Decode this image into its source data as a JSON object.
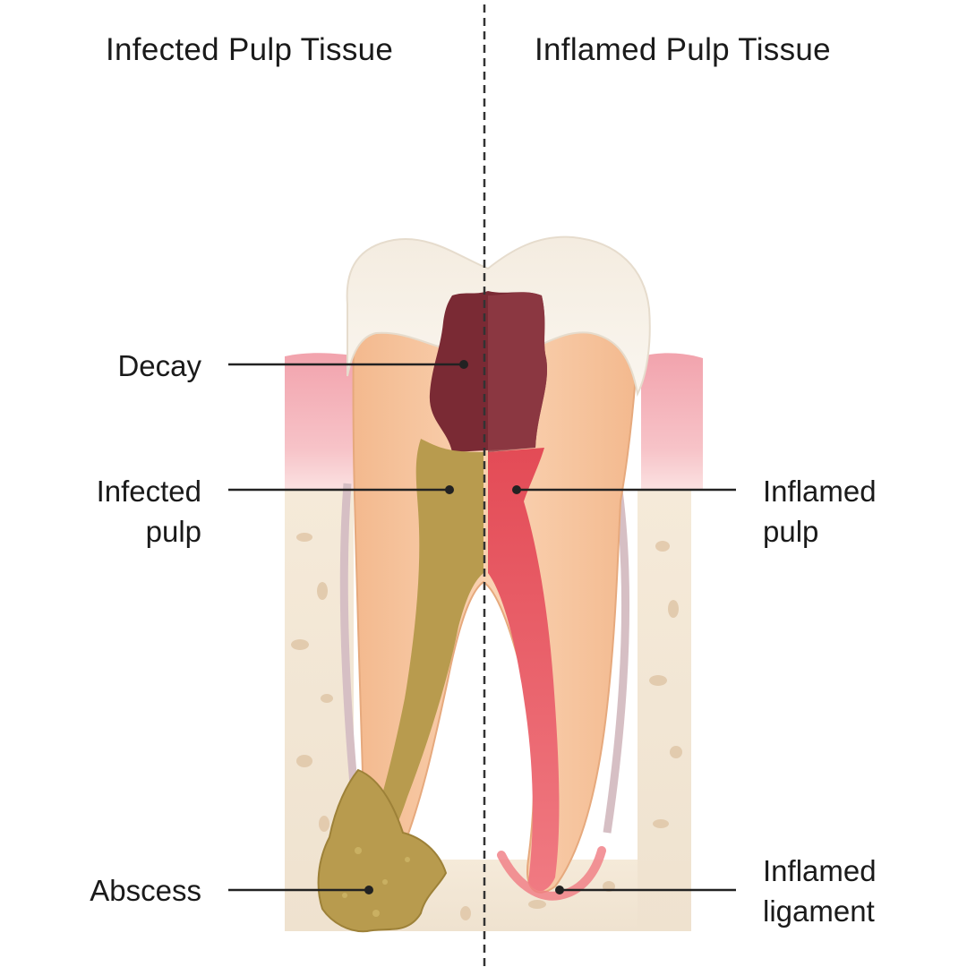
{
  "titles": {
    "left": "Infected Pulp Tissue",
    "right": "Inflamed Pulp Tissue"
  },
  "labels": {
    "decay": "Decay",
    "infected_pulp": [
      "Infected",
      "pulp"
    ],
    "abscess": "Abscess",
    "inflamed_pulp": [
      "Inflamed",
      "pulp"
    ],
    "inflamed_ligament": [
      "Inflamed",
      "ligament"
    ]
  },
  "colors": {
    "gum": "#ef9ea9",
    "bone": "#efe2cf",
    "enamel": "#f6efe4",
    "dentin": "#f6c6a0",
    "decay": "#7a2a34",
    "infected_pulp": "#b89b4e",
    "inflamed_pulp": "#e8505a",
    "ligament": "#d9c2c7"
  }
}
